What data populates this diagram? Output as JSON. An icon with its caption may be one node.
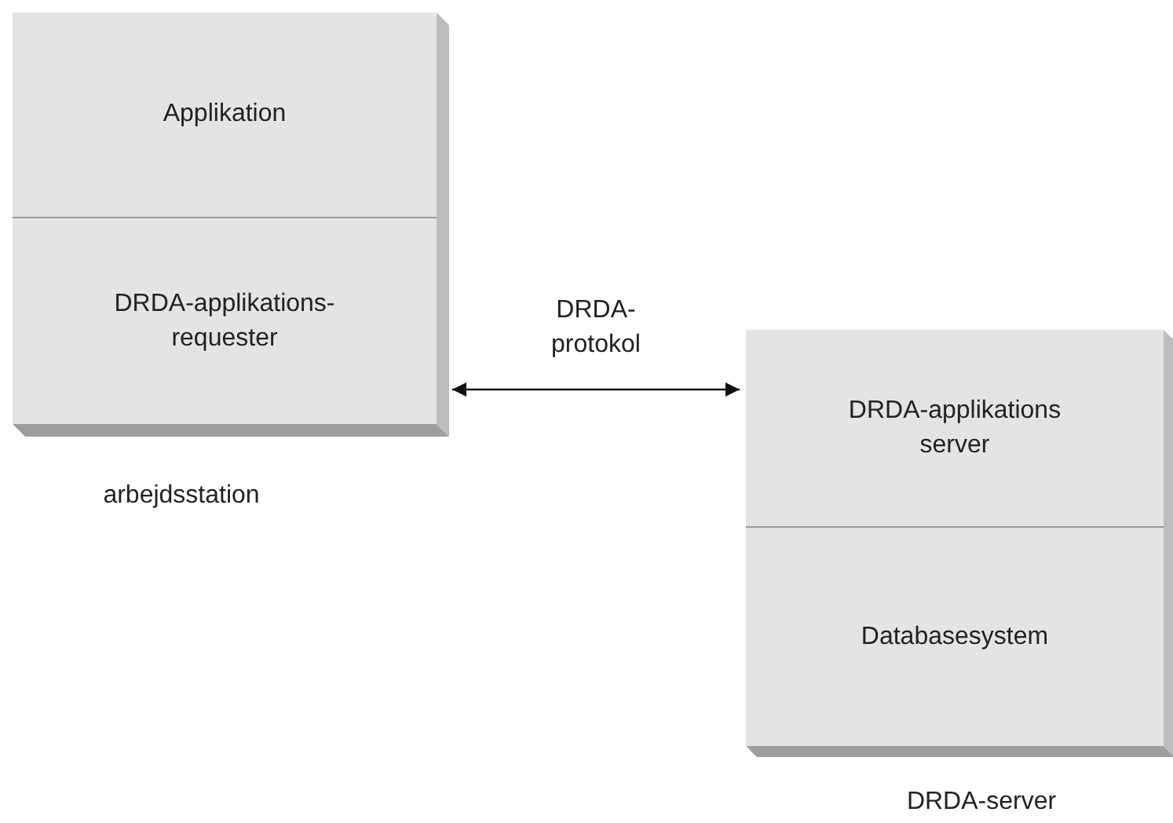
{
  "diagram": {
    "nodes": [
      {
        "text": [],
        "shape": "box",
        "beside": [
          "arbejdsstation"
        ]
      },
      {
        "text": [
          "Applikation"
        ],
        "in": 0
      },
      {
        "text": [
          "DRDA-applikations- requester"
        ],
        "in": 0
      },
      {
        "text": [],
        "shape": "box",
        "beside": [
          "DRDA-server"
        ]
      },
      {
        "text": [
          "DRDA-applikations server"
        ],
        "in": 3
      },
      {
        "text": [
          "Databasesystem"
        ],
        "in": 3
      }
    ],
    "edges": [
      {
        "from": 0,
        "to": 3,
        "arrow": "both",
        "label": "DRDA- protokol"
      }
    ]
  }
}
